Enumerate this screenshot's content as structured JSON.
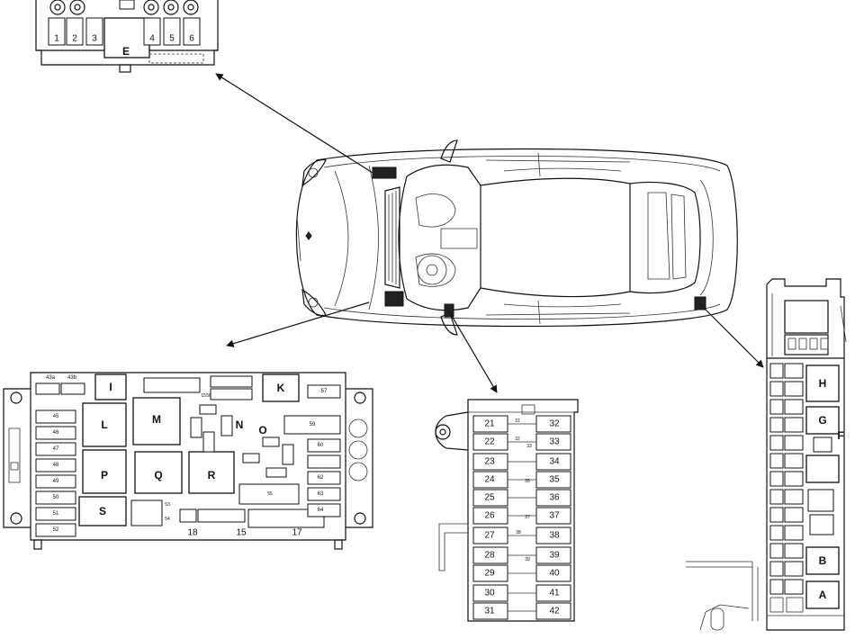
{
  "top_box": {
    "slots": [
      "1",
      "2",
      "3",
      "4",
      "5",
      "6"
    ],
    "relay": "E"
  },
  "left_box": {
    "top_labels": [
      "43a",
      "43b"
    ],
    "relays": [
      "I",
      "K",
      "L",
      "M",
      "N",
      "O",
      "P",
      "Q",
      "R",
      "S"
    ],
    "left_fuses": [
      "45",
      "46",
      "47",
      "48",
      "49",
      "50",
      "51",
      "52"
    ],
    "right_fuses": [
      "57",
      "59",
      "60",
      "62",
      "63",
      "64"
    ],
    "small_labels": [
      "15",
      "56",
      "53",
      "54",
      "55"
    ],
    "bottom_labels": [
      "18",
      "15",
      "17"
    ]
  },
  "center_box": {
    "left_col": [
      "21",
      "22",
      "23",
      "24",
      "25",
      "26",
      "27",
      "28",
      "29",
      "30",
      "31"
    ],
    "right_col": [
      "32",
      "33",
      "34",
      "35",
      "36",
      "37",
      "38",
      "39",
      "40",
      "41",
      "42"
    ],
    "mid_labels": [
      "31",
      "32",
      "33",
      "35",
      "37",
      "38",
      "39"
    ]
  },
  "right_box": {
    "relays": [
      "H",
      "G",
      "F",
      "B",
      "A"
    ]
  }
}
